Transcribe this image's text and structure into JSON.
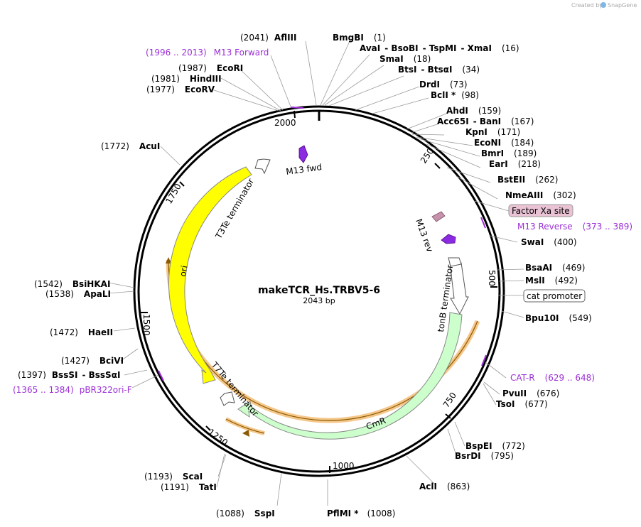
{
  "credit": {
    "created_by": "Created by",
    "app": "SnapGene"
  },
  "plasmid": {
    "name": "makeTCR_Hs.TRBV5-6",
    "size_label": "2043 bp"
  },
  "ticks": [
    "250",
    "500",
    "750",
    "1000",
    "1250",
    "1500",
    "1750",
    "2000"
  ],
  "enzymes": [
    {
      "name": "AflIII",
      "pos": "(2041)"
    },
    {
      "name": "BmgBI",
      "pos": "(1)"
    },
    {
      "name": "AvaI",
      "name2": "BsoBI",
      "name3": "TspMI",
      "name4": "XmaI",
      "pos": "(16)"
    },
    {
      "name": "SmaI",
      "pos": "(18)"
    },
    {
      "name": "BtsI",
      "name2": "BtsαI",
      "pos": "(34)"
    },
    {
      "name": "DrdI",
      "pos": "(73)"
    },
    {
      "name": "BclI *",
      "pos": "(98)"
    },
    {
      "name": "AhdI",
      "pos": "(159)"
    },
    {
      "name": "Acc65I",
      "name2": "BanI",
      "pos": "(167)"
    },
    {
      "name": "KpnI",
      "pos": "(171)"
    },
    {
      "name": "EcoNI",
      "pos": "(184)"
    },
    {
      "name": "BmrI",
      "pos": "(189)"
    },
    {
      "name": "EarI",
      "pos": "(218)"
    },
    {
      "name": "BstEII",
      "pos": "(262)"
    },
    {
      "name": "NmeAIII",
      "pos": "(302)"
    },
    {
      "name": "SwaI",
      "pos": "(400)"
    },
    {
      "name": "BsaAI",
      "pos": "(469)"
    },
    {
      "name": "MslI",
      "pos": "(492)"
    },
    {
      "name": "Bpu10I",
      "pos": "(549)"
    },
    {
      "name": "PvuII",
      "pos": "(676)"
    },
    {
      "name": "TsoI",
      "pos": "(677)"
    },
    {
      "name": "BspEI",
      "pos": "(772)"
    },
    {
      "name": "BsrDI",
      "pos": "(795)"
    },
    {
      "name": "AclI",
      "pos": "(863)"
    },
    {
      "name": "PflMI *",
      "pos": "(1008)"
    },
    {
      "name": "SspI",
      "pos": "(1088)"
    },
    {
      "name": "TatI",
      "pos": "(1191)"
    },
    {
      "name": "ScaI",
      "pos": "(1193)"
    },
    {
      "name": "BssSI",
      "name2": "BssSαI",
      "pos": "(1397)"
    },
    {
      "name": "BciVI",
      "pos": "(1427)"
    },
    {
      "name": "HaeII",
      "pos": "(1472)"
    },
    {
      "name": "ApaLI",
      "pos": "(1538)"
    },
    {
      "name": "BsiHKAI",
      "pos": "(1542)"
    },
    {
      "name": "AcuI",
      "pos": "(1772)"
    },
    {
      "name": "EcoRV",
      "pos": "(1977)"
    },
    {
      "name": "HindIII",
      "pos": "(1981)"
    },
    {
      "name": "EcoRI",
      "pos": "(1987)"
    }
  ],
  "primers": [
    {
      "name": "M13 Forward",
      "range": "(1996 .. 2013)"
    },
    {
      "name": "M13 Reverse",
      "range": "(373 .. 389)"
    },
    {
      "name": "CAT-R",
      "range": "(629 .. 648)"
    },
    {
      "name": "pBR322ori-F",
      "range": "(1365 .. 1384)"
    }
  ],
  "boxed_features": [
    {
      "name": "Factor Xa site",
      "fill": "#e9c3d3"
    },
    {
      "name": "cat promoter",
      "fill": "#ffffff"
    }
  ],
  "features": {
    "m13_fwd": "M13 fwd",
    "m13_rev": "M13 rev",
    "t3te": "T3Te terminator",
    "t7te": "T7Te terminator",
    "tonb": "tonB terminator",
    "ori": "ori",
    "cmr": "CmR"
  },
  "colors": {
    "ori": "#ffff00",
    "cmr": "#ccffcc",
    "primer": "#9b2fd6",
    "m13_arrow": "#8a2be2",
    "orf_highlight": "#f5c78a",
    "factor_xa": "#c792ab"
  }
}
